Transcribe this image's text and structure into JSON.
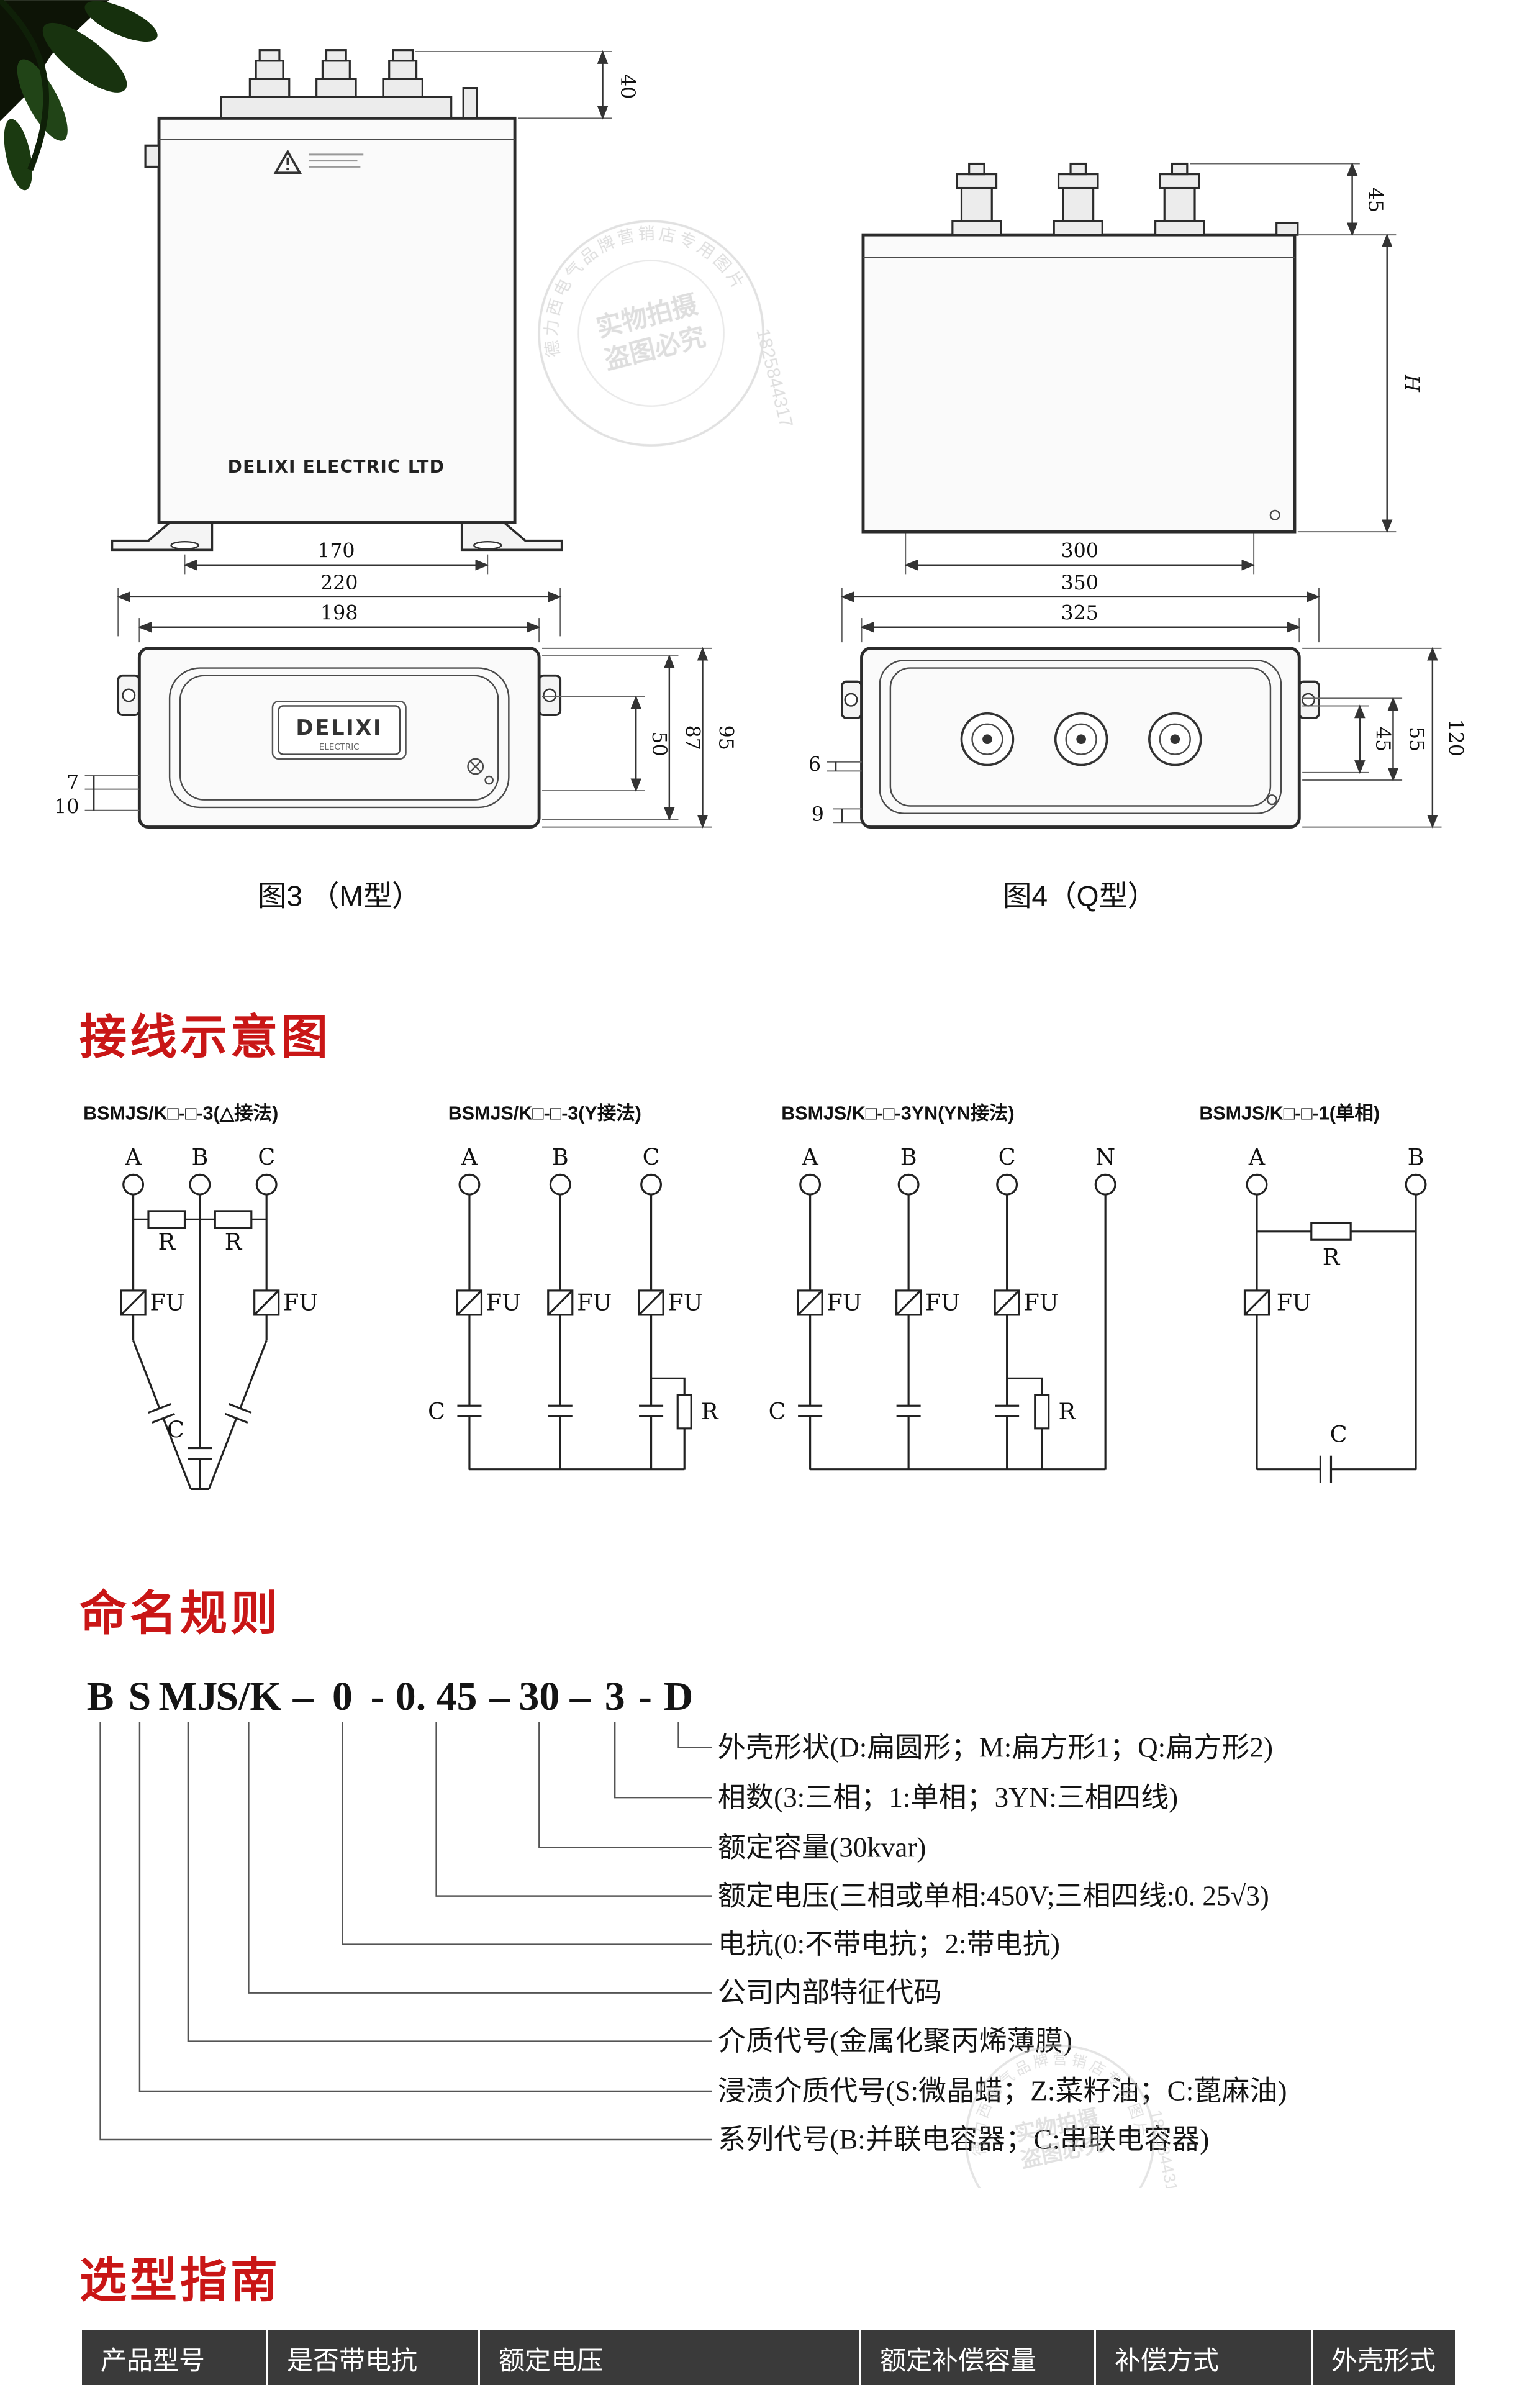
{
  "watermark": {
    "ring": "德力西电气品牌营销店专用图片",
    "line1": "实物拍摄",
    "line2": "盗图必究",
    "code": "1825844317"
  },
  "figures": {
    "m_front": {
      "brand": "DELIXI ELECTRIC LTD",
      "dim_terminal_height": "40",
      "dim_width": "170"
    },
    "q_front": {
      "dim_terminal_height": "45",
      "dim_height": "H",
      "dim_width": "300"
    },
    "m_top": {
      "caption": "图3 （M型）",
      "logo": "DELIXI",
      "logo_sub": "ELECTRIC",
      "dim_outer_width": "220",
      "dim_inner_width": "198",
      "dim_h1": "50",
      "dim_h2": "87",
      "dim_h3": "95",
      "dim_l1": "7",
      "dim_l2": "10"
    },
    "q_top": {
      "caption": "图4（Q型）",
      "dim_outer_width": "350",
      "dim_inner_width": "325",
      "dim_l1": "6",
      "dim_l2": "9",
      "dim_h1": "45",
      "dim_h2": "55",
      "dim_h3": "120"
    }
  },
  "sections": {
    "wiring_title": "接线示意图",
    "naming_title": "命名规则",
    "selection_title": "选型指南"
  },
  "wiring": {
    "d1": {
      "title": "BSMJS/K□-□-3(△接法)",
      "t1": "A",
      "t2": "B",
      "t3": "C",
      "r": "R",
      "fu": "FU",
      "cap": "C"
    },
    "d2": {
      "title": "BSMJS/K□-□-3(Y接法)",
      "t1": "A",
      "t2": "B",
      "t3": "C",
      "r": "R",
      "fu": "FU",
      "cap": "C"
    },
    "d3": {
      "title": "BSMJS/K□-□-3YN(YN接法)",
      "t1": "A",
      "t2": "B",
      "t3": "C",
      "t4": "N",
      "r": "R",
      "fu": "FU",
      "cap": "C"
    },
    "d4": {
      "title": "BSMJS/K□-□-1(单相)",
      "t1": "A",
      "t2": "B",
      "r": "R",
      "fu": "FU",
      "cap": "C"
    }
  },
  "naming": {
    "tokens": [
      "B",
      "S",
      "MJ",
      "S/K",
      "–",
      "0",
      "-",
      "0. 45",
      "–",
      "30",
      "–",
      "3",
      "-",
      "D"
    ],
    "explanations": [
      "外壳形状(D:扁圆形；M:扁方形1；Q:扁方形2)",
      "相数(3:三相；1:单相；3YN:三相四线)",
      "额定容量(30kvar)",
      "额定电压(三相或单相:450V;三相四线:0. 25√3)",
      "电抗(0:不带电抗；2:带电抗)",
      "公司内部特征代码",
      "介质代号(金属化聚丙烯薄膜)",
      "浸渍介质代号(S:微晶蜡；Z:菜籽油；C:蓖麻油)",
      "系列代号(B:并联电容器；C:串联电容器)"
    ]
  },
  "selection_table": {
    "headers": [
      "产品型号",
      "是否带电抗",
      "额定电压",
      "额定补偿容量",
      "补偿方式",
      "外壳形式"
    ]
  },
  "colors": {
    "accent_red": "#c91616",
    "table_header_bg": "#3a3a3a"
  }
}
